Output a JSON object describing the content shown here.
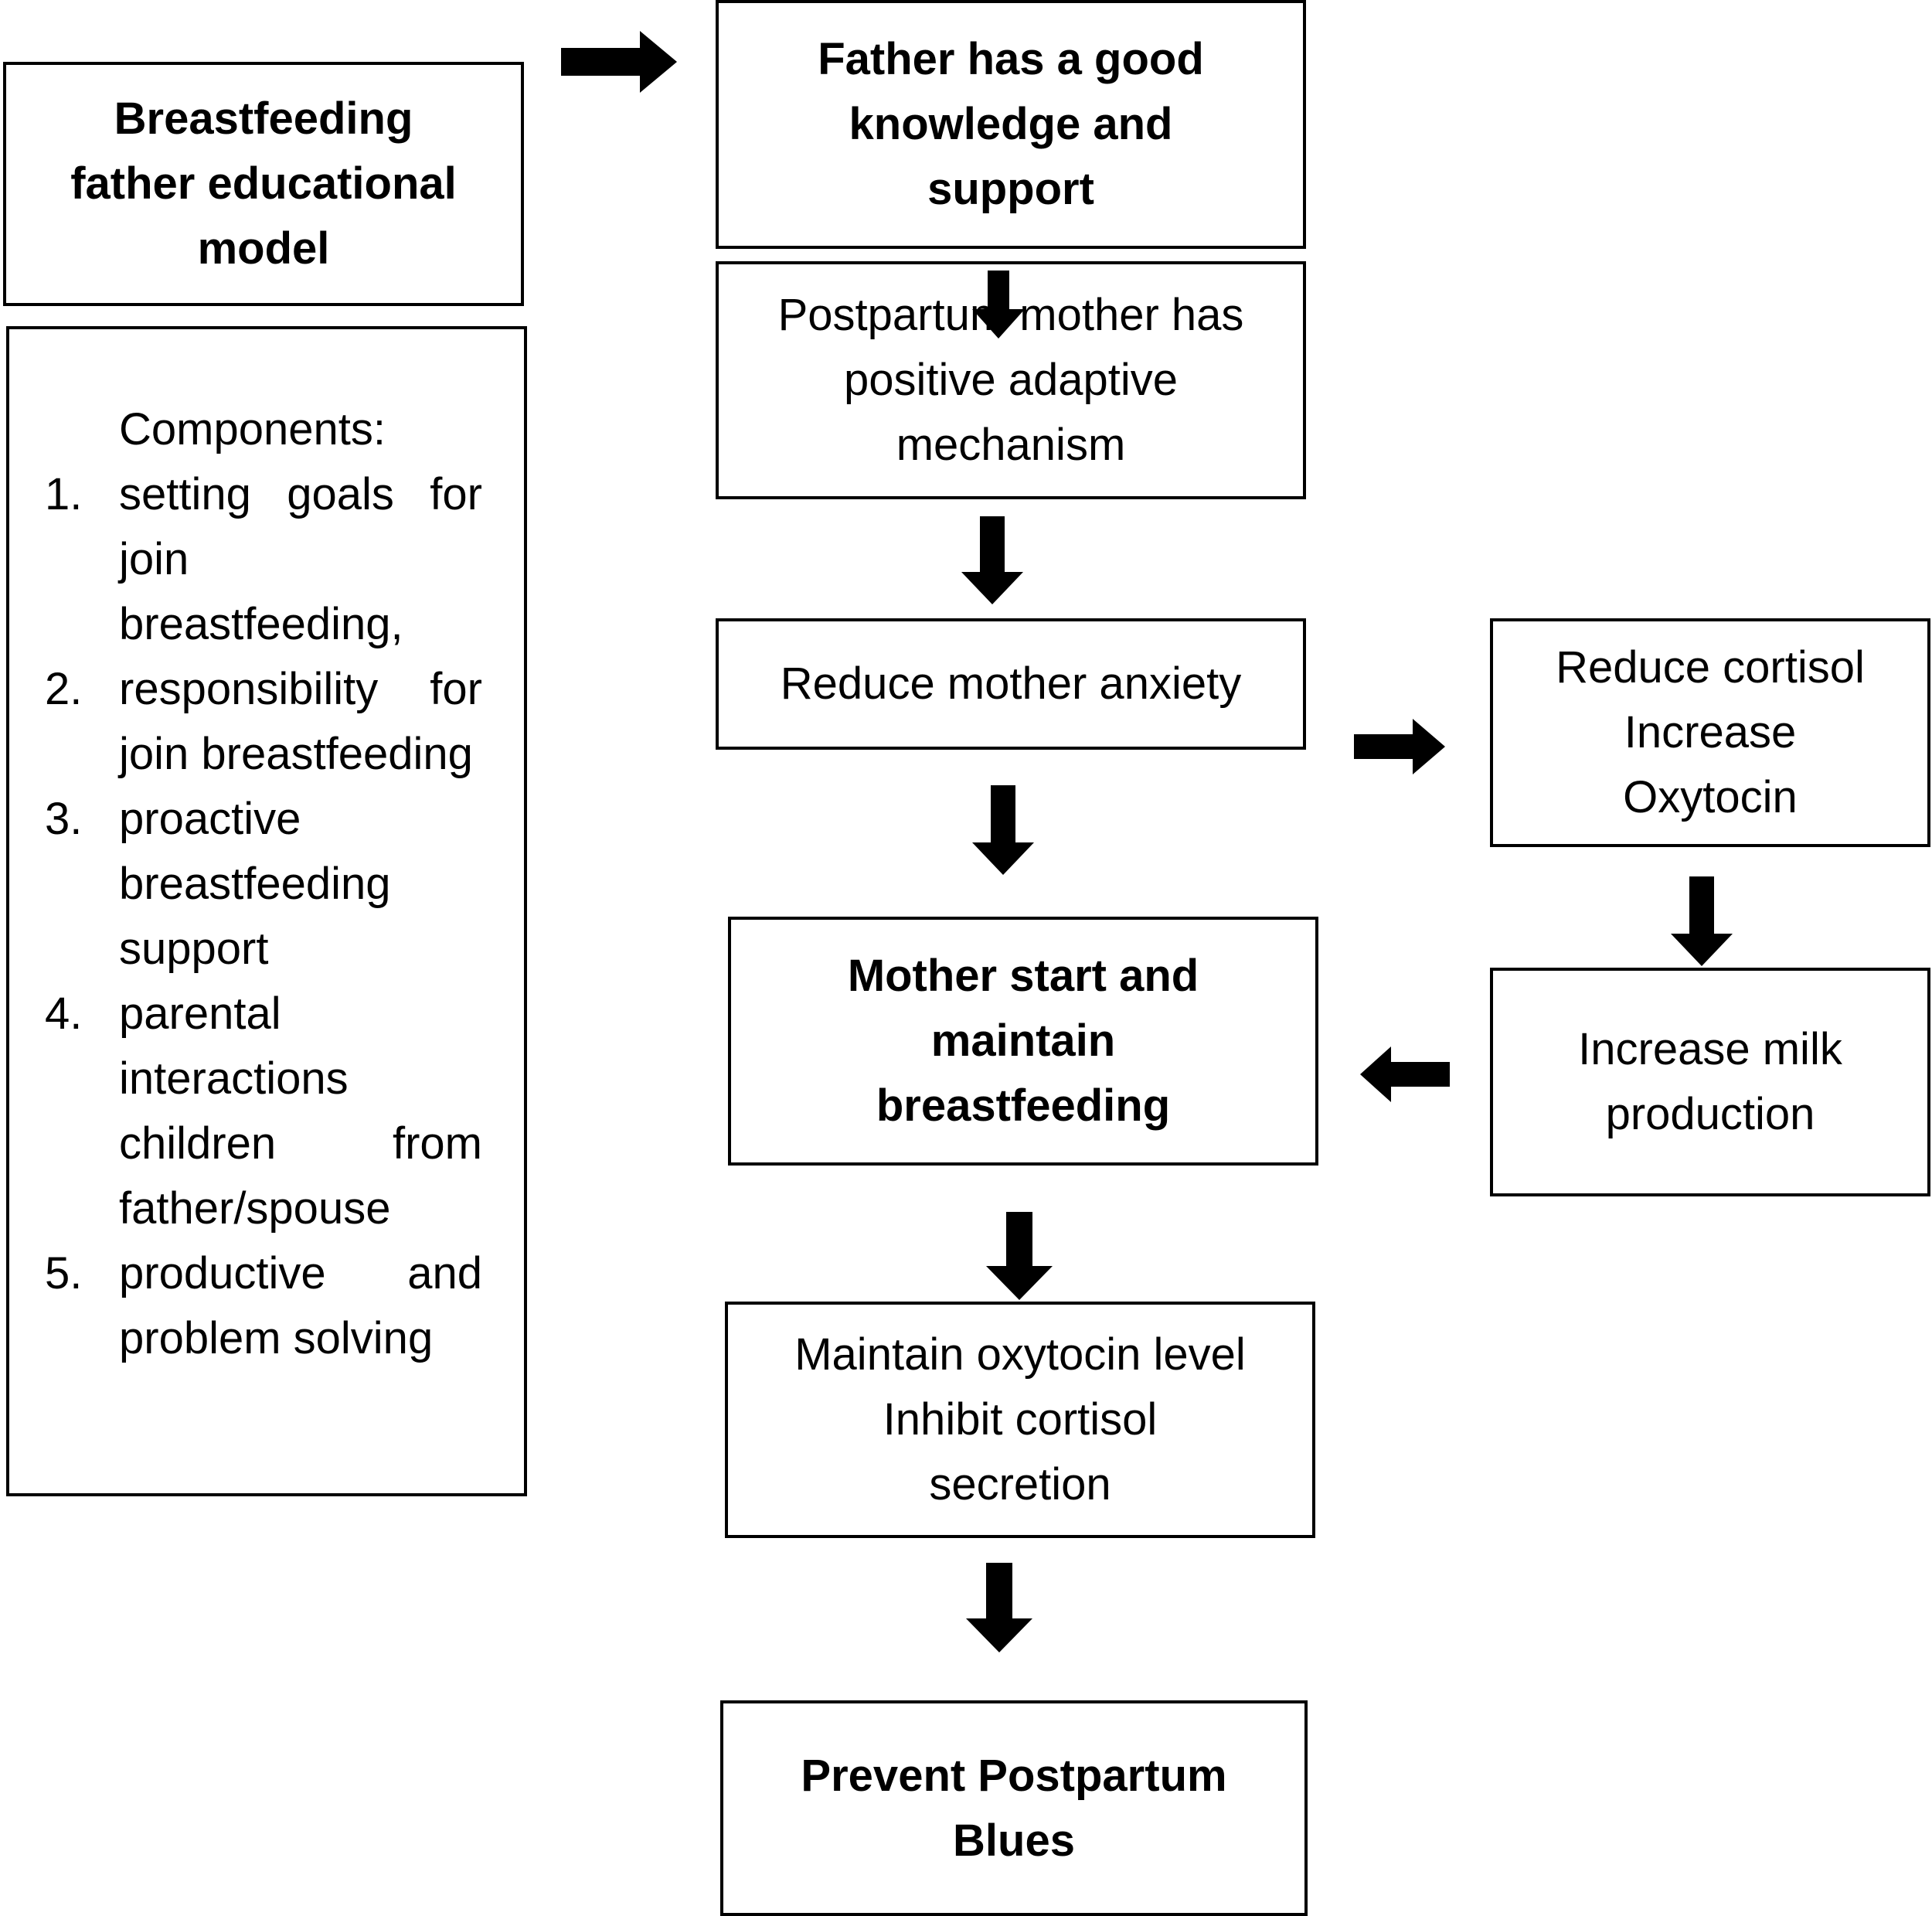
{
  "diagram": {
    "model_box": {
      "lines": [
        "Breastfeeding",
        "father educational",
        "model"
      ]
    },
    "components": {
      "heading": "Components:",
      "items": [
        {
          "num": "1.",
          "text": "setting goals for join breastfeeding,"
        },
        {
          "num": "2.",
          "text": "responsibility for join breastfeeding"
        },
        {
          "num": "3.",
          "text": "proactive breastfeeding support"
        },
        {
          "num": "4.",
          "text": "parental interactions children from father/spouse"
        },
        {
          "num": "5.",
          "text": "productive and problem solving"
        }
      ]
    },
    "father_box": {
      "lines": [
        "Father has a good",
        "knowledge and",
        "support"
      ]
    },
    "postpartum_box": {
      "lines": [
        "Postpartum mother has",
        "positive adaptive",
        "mechanism"
      ]
    },
    "anxiety_box": {
      "lines": [
        "Reduce mother anxiety"
      ]
    },
    "cortisol_box": {
      "lines": [
        "Reduce cortisol",
        "Increase",
        "Oxytocin"
      ]
    },
    "milk_box": {
      "lines": [
        "Increase milk",
        "production"
      ]
    },
    "maintain_bf_box": {
      "lines": [
        "Mother start and",
        "maintain",
        "breastfeeding"
      ]
    },
    "oxytocin_box": {
      "lines": [
        "Maintain oxytocin level",
        "Inhibit cortisol",
        "secretion"
      ]
    },
    "prevent_box": {
      "lines": [
        "Prevent Postpartum",
        "Blues"
      ]
    },
    "colors": {
      "stroke": "#000000",
      "arrow_fill": "#000000",
      "background": "#ffffff"
    }
  }
}
